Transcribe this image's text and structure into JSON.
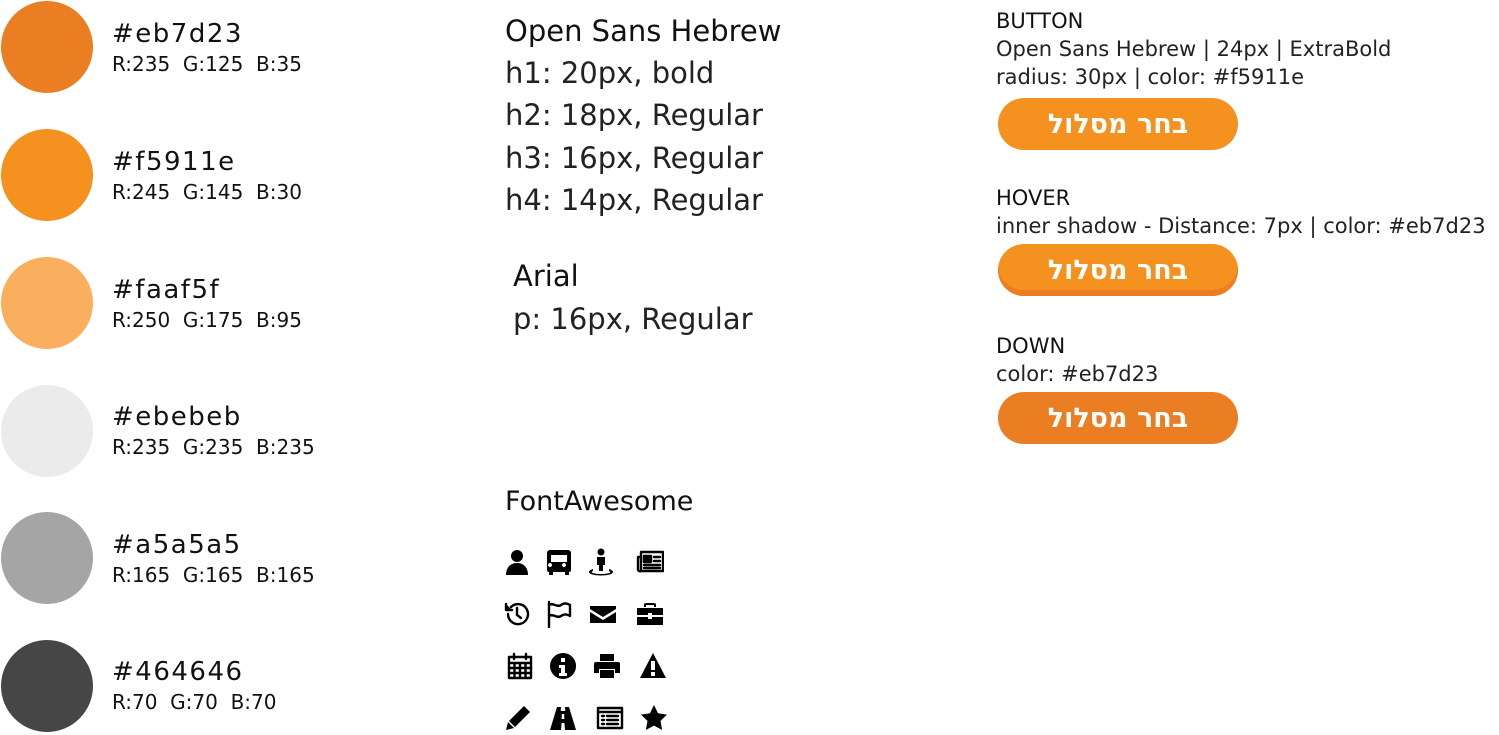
{
  "colors": [
    {
      "hex": "#eb7d23",
      "rgb": "R:235  G:125  B:35"
    },
    {
      "hex": "#f5911e",
      "label": "#f5911e",
      "rgb": "R:245  G:145  B:30"
    },
    {
      "hex": "#faaf5f",
      "rgb": "R:250  G:175  B:95"
    },
    {
      "hex": "#ebebeb",
      "rgb": "R:235  G:235  B:235"
    },
    {
      "hex": "#a5a5a5",
      "rgb": "R:165  G:165  B:165"
    },
    {
      "hex": "#464646",
      "rgb": "R:70  G:70  B:70"
    }
  ],
  "typography": {
    "heading_font": "Open Sans Hebrew",
    "styles": [
      "h1: 20px, bold",
      "h2: 18px, Regular",
      "h3: 16px, Regular",
      "h4: 14px, Regular"
    ],
    "body_font": "Arial",
    "body_style": "p: 16px, Regular"
  },
  "icons": {
    "title": "FontAwesome",
    "names": [
      "user-icon",
      "bus-icon",
      "street-view-icon",
      "newspaper-icon",
      "history-icon",
      "flag-icon",
      "envelope-icon",
      "briefcase-icon",
      "calendar-icon",
      "info-circle-icon",
      "print-icon",
      "warning-icon",
      "pencil-icon",
      "road-icon",
      "list-alt-icon",
      "star-icon"
    ]
  },
  "buttons": {
    "button": {
      "title": "BUTTON",
      "line1": "Open Sans Hebrew | 24px | ExtraBold",
      "line2": "radius: 30px | color: #f5911e",
      "label": "בחר מסלול"
    },
    "hover": {
      "title": "HOVER",
      "line1": "inner shadow - Distance: 7px | color: #eb7d23",
      "label": "בחר מסלול"
    },
    "down": {
      "title": "DOWN",
      "line1": "color: #eb7d23",
      "label": "בחר מסלול"
    }
  }
}
